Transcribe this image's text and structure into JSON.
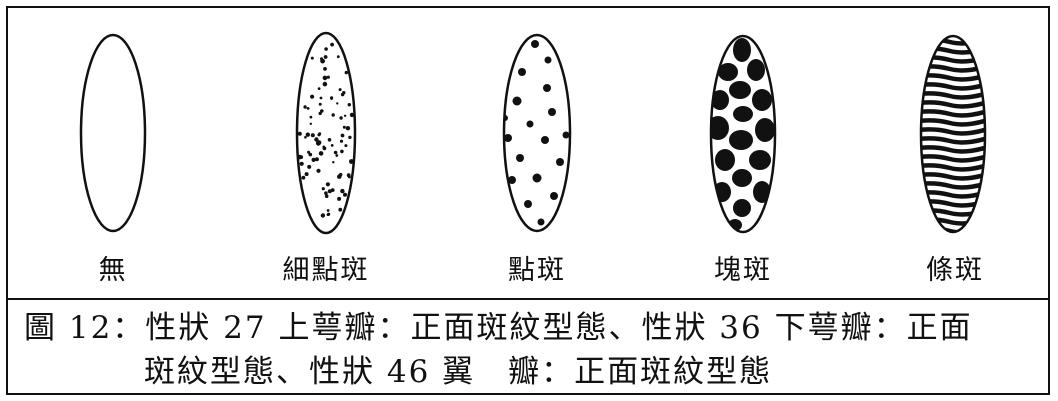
{
  "figure": {
    "patterns": [
      {
        "id": "none",
        "label": "無",
        "fill": "none"
      },
      {
        "id": "fine",
        "label": "細點斑",
        "fill": "fine-dots"
      },
      {
        "id": "dotted",
        "label": "點斑",
        "fill": "dots"
      },
      {
        "id": "blotch",
        "label": "塊斑",
        "fill": "blotches"
      },
      {
        "id": "stripe",
        "label": "條斑",
        "fill": "stripes"
      }
    ],
    "caption_line1": "圖 12：性狀 27 上萼瓣：正面斑紋型態、性狀 36 下萼瓣：正面",
    "caption_line2": "斑紋型態、性狀 46 翼　瓣：正面斑紋型態",
    "colors": {
      "ink": "#111111",
      "paper": "#ffffff"
    }
  }
}
